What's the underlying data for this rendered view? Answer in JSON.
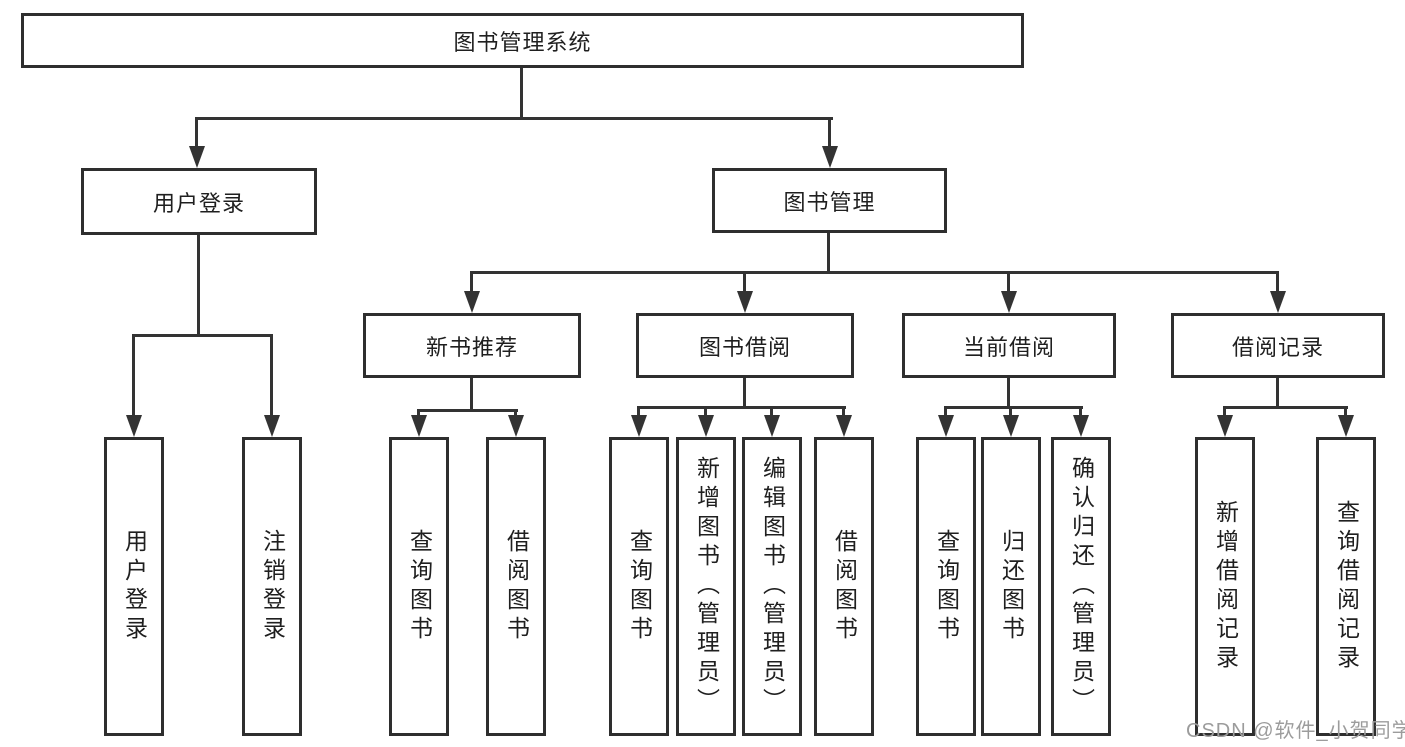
{
  "diagram": {
    "type": "hierarchy-tree",
    "title": "图书管理系统"
  },
  "colors": {
    "line": "#333333",
    "box_border": "#2e2e2e",
    "text": "#1f1f1f",
    "background": "#ffffff",
    "watermark": "#9c9c9c"
  },
  "tree": {
    "root": {
      "label": "图书管理系统"
    },
    "level2": [
      {
        "label": "用户登录"
      },
      {
        "label": "图书管理"
      }
    ],
    "level3": [
      {
        "label": "新书推荐"
      },
      {
        "label": "图书借阅"
      },
      {
        "label": "当前借阅"
      },
      {
        "label": "借阅记录"
      }
    ],
    "leaves": {
      "user_login": [
        {
          "label": "用户登录"
        },
        {
          "label": "注销登录"
        }
      ],
      "new_book": [
        {
          "label": "查询图书"
        },
        {
          "label": "借阅图书"
        }
      ],
      "book_borrow": [
        {
          "label": "查询图书"
        },
        {
          "label": "新增图书（管理员）"
        },
        {
          "label": "编辑图书（管理员）"
        },
        {
          "label": "借阅图书"
        }
      ],
      "current_borrow": [
        {
          "label": "查询图书"
        },
        {
          "label": "归还图书"
        },
        {
          "label": "确认归还（管理员）"
        }
      ],
      "borrow_records": [
        {
          "label": "新增借阅记录"
        },
        {
          "label": "查询借阅记录"
        }
      ]
    }
  },
  "watermark": {
    "text": "CSDN @软件_小贺同学"
  }
}
